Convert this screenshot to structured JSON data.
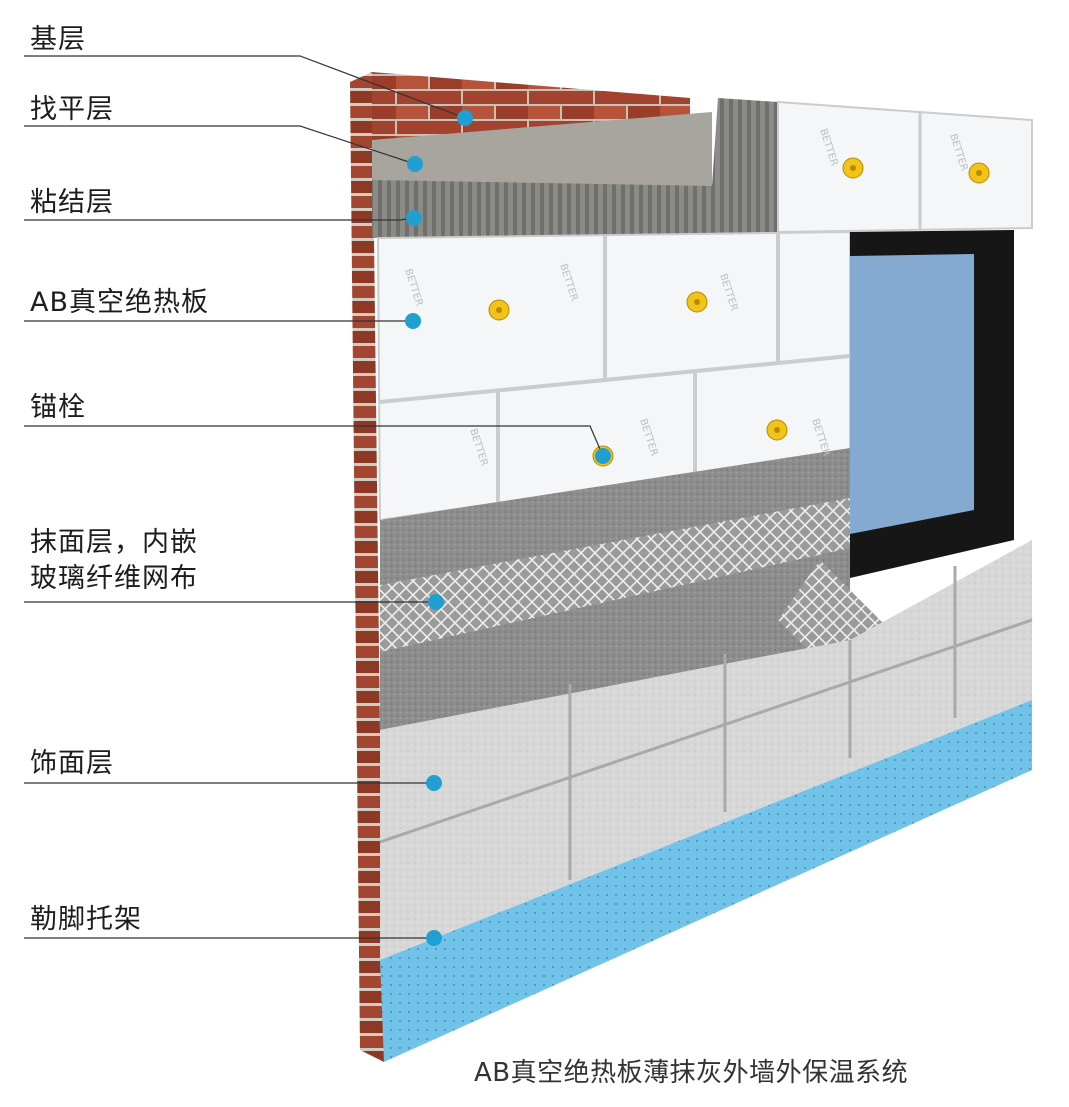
{
  "diagram": {
    "caption": "AB真空绝热板薄抹灰外墙外保温系统",
    "layers": [
      {
        "id": "base",
        "lines": [
          "基层"
        ]
      },
      {
        "id": "leveling",
        "lines": [
          "找平层"
        ]
      },
      {
        "id": "bonding",
        "lines": [
          "粘结层"
        ]
      },
      {
        "id": "vip-board",
        "lines": [
          "AB真空绝热板"
        ]
      },
      {
        "id": "anchor",
        "lines": [
          "锚栓"
        ]
      },
      {
        "id": "plaster-mesh",
        "lines": [
          "抹面层，内嵌",
          "玻璃纤维网布"
        ]
      },
      {
        "id": "finish",
        "lines": [
          "饰面层"
        ]
      },
      {
        "id": "bracket",
        "lines": [
          "勒脚托架"
        ]
      }
    ],
    "board_print": "BETTER",
    "colors": {
      "marker": "#1f9fd2",
      "leader": "#333333",
      "brick": "#a3432f",
      "mortar": "#9a9a96",
      "board": "#f4f6f7",
      "plaster": "#8d8d8d",
      "finish": "#d9d9d9",
      "bracket": "#72c3ea",
      "window_frame": "#161616",
      "glass": "#84aad2",
      "anchor": "#f2c318"
    }
  }
}
